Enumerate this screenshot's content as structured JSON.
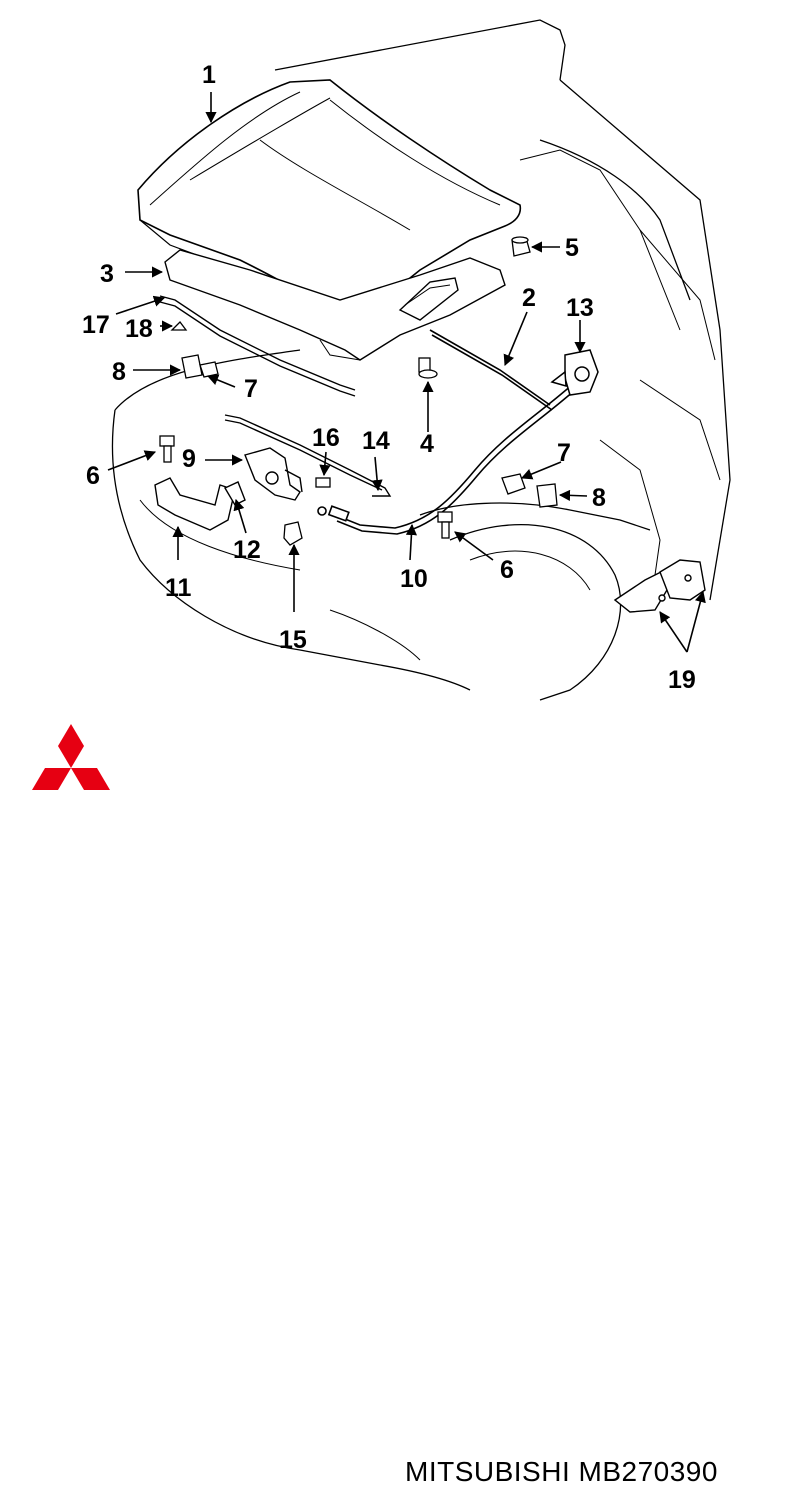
{
  "callouts": {
    "c1": "1",
    "c2": "2",
    "c3": "3",
    "c4": "4",
    "c5": "5",
    "c6a": "6",
    "c6b": "6",
    "c7a": "7",
    "c7b": "7",
    "c8a": "8",
    "c8b": "8",
    "c9": "9",
    "c10": "10",
    "c11": "11",
    "c12": "12",
    "c13": "13",
    "c14": "14",
    "c15": "15",
    "c16": "16",
    "c17": "17",
    "c18": "18",
    "c19": "19"
  },
  "footer": {
    "brand": "MITSUBISHI",
    "part_number": "MB270390",
    "logo_color": "#e60012"
  }
}
